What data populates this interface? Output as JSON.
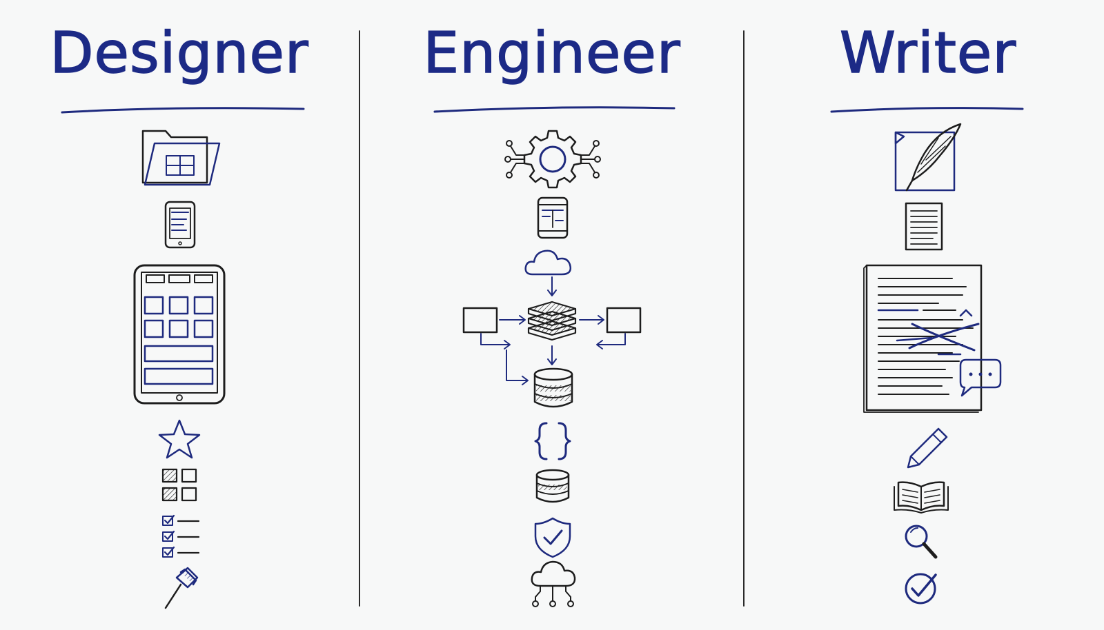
{
  "columns": [
    {
      "title": "Designer"
    },
    {
      "title": "Engineer"
    },
    {
      "title": "Writer"
    }
  ],
  "colors": {
    "ink_blue": "#1e2a7e",
    "ink_black": "#1d1d1d",
    "paper": "#f7f8f8"
  },
  "icons": {
    "designer": [
      "folder-icon",
      "mobile-wireframe-icon",
      "tablet-layout-icon",
      "star-icon",
      "grid-icon",
      "checklist-icon",
      "pushpin-icon"
    ],
    "engineer": [
      "gear-circuit-icon",
      "mobile-wireframe-icon",
      "cloud-icon",
      "layers-stack-icon",
      "database-icon",
      "code-braces-icon",
      "database-icon",
      "shield-check-icon",
      "cloud-network-icon"
    ],
    "writer": [
      "quill-document-icon",
      "document-icon",
      "edited-manuscript-icon",
      "chat-bubble-icon",
      "pencil-icon",
      "open-book-icon",
      "magnifier-icon",
      "check-circle-icon"
    ]
  }
}
